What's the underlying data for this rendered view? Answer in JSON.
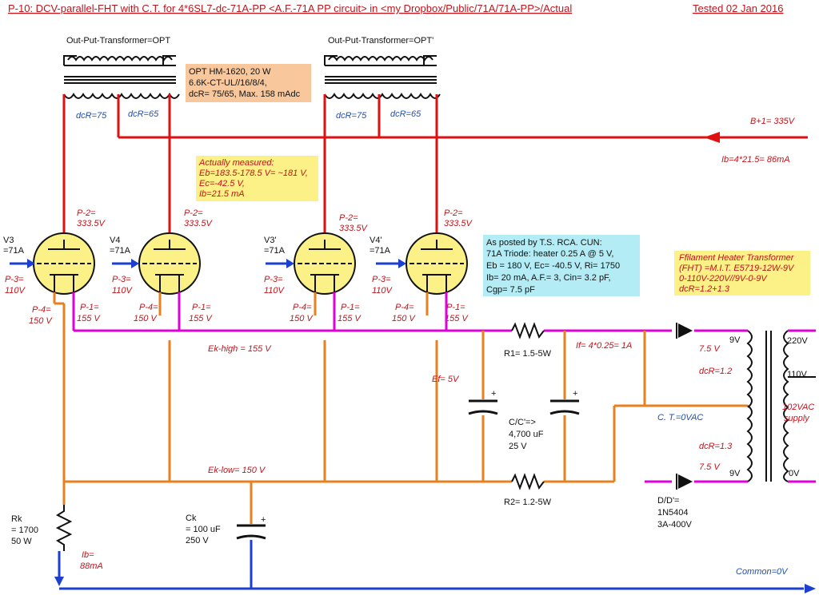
{
  "title": "P-10: DCV-parallel-FHT with C.T. for 4*6SL7-dc-71A-PP <A.F.-71A PP circuit> in <my Dropbox/Public/71A/71A-PP>/Actual",
  "tested": "Tested 02 Jan 2016",
  "opt_left_label": "Out-Put-Transformer=OPT",
  "opt_right_label": "Out-Put-Transformer=OPT'",
  "opt_box": [
    "OPT HM-1620, 20 W",
    "6.6K-CT-UL//16/8/4,",
    "dcR= 75/65, Max. 158 mAdc"
  ],
  "dcr75": "dcR=75",
  "dcr65": "dcR=65",
  "bplus": "B+1= 335V",
  "ib_total": "Ib=4*21.5= 86mA",
  "measured_box": [
    "Actually measured:",
    "Eb=183.5-178.5 V= ~181 V,",
    "Ec=-42.5 V,",
    "Ib=21.5 mA"
  ],
  "rca_box": [
    "As posted by T.S. RCA. CUN:",
    "71A Triode: heater 0.25 A @ 5 V,",
    "Eb = 180 V, Ec= -40.5 V, Ri= 1750",
    "Ib= 20 mA, A.F.= 3, Cin= 3.2 pF,",
    "Cgp= 7.5 pF"
  ],
  "fht_box": [
    "Ffilament Heater Transformer",
    "(FHT) =M.I.T. E5719-12W-9V",
    "0-110V-220V//9V-0-9V",
    "dcR=1.2+1.3"
  ],
  "tubes": [
    {
      "name": "V3",
      "type": "=71A"
    },
    {
      "name": "V4",
      "type": "=71A"
    },
    {
      "name": "V3'",
      "type": "=71A"
    },
    {
      "name": "V4'",
      "type": "=71A"
    }
  ],
  "pin2": [
    "P-2=",
    "333.5V"
  ],
  "pin3": [
    "P-3=",
    "110V"
  ],
  "pin4": [
    "P-4=",
    "150 V"
  ],
  "pin1": [
    "P-1=",
    "155 V"
  ],
  "ek_high": "Ek-high = 155 V",
  "ek_low": "Ek-low= 150 V",
  "r1": "R1= 1.5-5W",
  "r2": "R2= 1.2-5W",
  "if_label": "If= 4*0.25= 1A",
  "ef_label": "Ef= 5V",
  "cap_label": [
    "C/C'=>",
    "4,700 uF",
    "25 V"
  ],
  "v75": "7.5 V",
  "nine_v": "9V",
  "dcr12": "dcR=1.2",
  "dcr13": "dcR=1.3",
  "ct_label": "C. T.=0VAC",
  "v220": "220V",
  "v110": "110V",
  "v0": "0V",
  "supply": [
    "102VAC",
    "supply"
  ],
  "diode_label": [
    "D/D'=",
    "1N5404",
    "3A-400V"
  ],
  "rk_label": [
    "Rk",
    "= 1700",
    "50 W"
  ],
  "ck_label": [
    "Ck",
    "= 100 uF",
    "250 V"
  ],
  "ib_bottom": [
    "Ib=",
    "88mA"
  ],
  "common": "Common=0V"
}
